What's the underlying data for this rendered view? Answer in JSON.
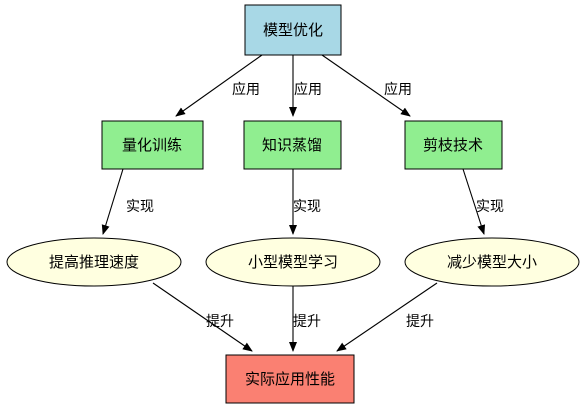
{
  "colors": {
    "top": "#a8d8e6",
    "method": "#90ee90",
    "effect": "#ffffe0",
    "result": "#fa8072",
    "stroke": "#000000"
  },
  "nodes": {
    "root": {
      "label": "模型优化"
    },
    "quant": {
      "label": "量化训练"
    },
    "distill": {
      "label": "知识蒸馏"
    },
    "prune": {
      "label": "剪枝技术"
    },
    "speed": {
      "label": "提高推理速度"
    },
    "small": {
      "label": "小型模型学习"
    },
    "reduce": {
      "label": "减少模型大小"
    },
    "result": {
      "label": "实际应用性能"
    }
  },
  "edges": {
    "root_quant": "应用",
    "root_distill": "应用",
    "root_prune": "应用",
    "quant_speed": "实现",
    "distill_small": "实现",
    "prune_reduce": "实现",
    "speed_result": "提升",
    "small_result": "提升",
    "reduce_result": "提升"
  }
}
